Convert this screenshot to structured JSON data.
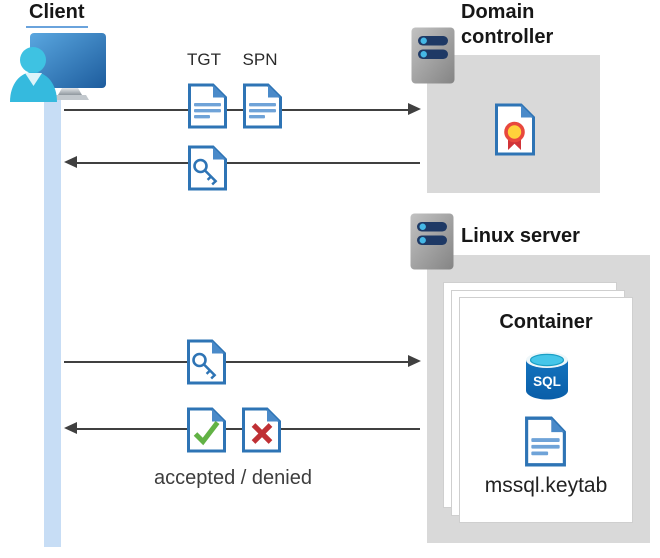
{
  "client": {
    "label": "Client"
  },
  "domain_controller": {
    "label": "Domain controller"
  },
  "linux_server": {
    "label": "Linux server"
  },
  "container": {
    "label": "Container",
    "database_label": "SQL",
    "keytab_file": "mssql.keytab"
  },
  "flows": {
    "tgt_label": "TGT",
    "spn_label": "SPN",
    "response_label": "accepted / denied"
  },
  "colors": {
    "doc_border": "#2e74b5",
    "doc_fold": "#4a8ac9",
    "doc_text_line": "#6fa3d8",
    "arrow": "#404040",
    "lifeline": "#c7ddf5",
    "box_gray": "#d9d9d9",
    "server_bar_navy": "#1e3965",
    "server_dot_cyan": "#45b8e6",
    "check_green": "#62b245",
    "cross_red": "#bf3034",
    "sql_body_blue": "#0e6cb5",
    "sql_top_cyan": "#45c6e9",
    "monitor_blue": "#2e75b6",
    "person_cyan": "#36bade",
    "cert_ribbon_red": "#d13438",
    "cert_seal_yellow": "#ffd23b",
    "client_underline": "#6aa3dc"
  }
}
